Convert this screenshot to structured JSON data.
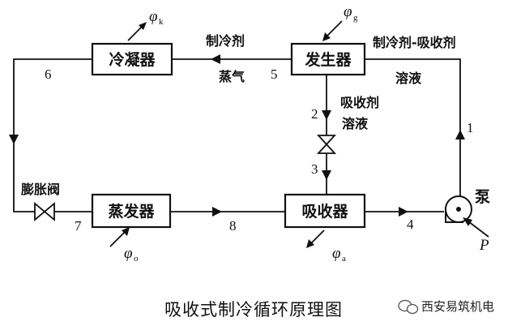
{
  "components": {
    "condenser": "冷凝器",
    "generator": "发生器",
    "evaporator": "蒸发器",
    "absorber": "吸收器",
    "pump": "泵",
    "expansion_valve": "膨胀阀"
  },
  "streams": {
    "refrigerant_vapor_line1": "制冷剂",
    "refrigerant_vapor_line2": "蒸气",
    "strong_solution_line1": "制冷剂-吸收剂",
    "strong_solution_line2": "溶液",
    "absorbent_solution_line1": "吸收剂",
    "absorbent_solution_line2": "溶液"
  },
  "state_points": {
    "p1": "1",
    "p2": "2",
    "p3": "3",
    "p4": "4",
    "p5": "5",
    "p6": "6",
    "p7": "7",
    "p8": "8"
  },
  "heat_flows": {
    "condenser": {
      "symbol": "φ",
      "sub": "k"
    },
    "generator": {
      "symbol": "φ",
      "sub": "g"
    },
    "evaporator": {
      "symbol": "φ",
      "sub": "o"
    },
    "absorber": {
      "symbol": "φ",
      "sub": "a"
    }
  },
  "pump_power": "P",
  "caption": "吸收式制冷循环原理图",
  "watermark": "西安易筑机电"
}
